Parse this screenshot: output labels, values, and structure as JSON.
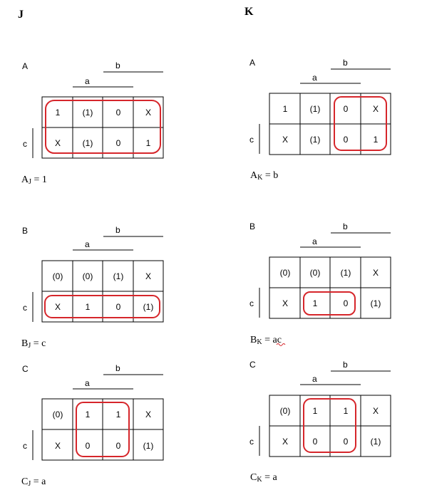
{
  "columns": [
    {
      "title": "J",
      "maps": [
        {
          "name": "A",
          "label_b": "b",
          "label_a": "a",
          "label_c": "c",
          "row1": [
            "1",
            "(1)",
            "0",
            "X"
          ],
          "row2": [
            "X",
            "(1)",
            "0",
            "1"
          ],
          "eq_main": "A",
          "eq_sub": "J",
          "eq_rhs": " = 1"
        },
        {
          "name": "B",
          "label_b": "b",
          "label_a": "a",
          "label_c": "c",
          "row1": [
            "(0)",
            "(0)",
            "(1)",
            "X"
          ],
          "row2": [
            "X",
            "1",
            "0",
            "(1)"
          ],
          "eq_main": "B",
          "eq_sub": "J",
          "eq_rhs": " = c"
        },
        {
          "name": "C",
          "label_b": "b",
          "label_a": "a",
          "label_c": "c",
          "row1": [
            "(0)",
            "1",
            "1",
            "X"
          ],
          "row2": [
            "X",
            "0",
            "0",
            "(1)"
          ],
          "eq_main": "C",
          "eq_sub": "J",
          "eq_rhs": " = a"
        }
      ]
    },
    {
      "title": "K",
      "maps": [
        {
          "name": "A",
          "label_b": "b",
          "label_a": "a",
          "label_c": "c",
          "row1": [
            "1",
            "(1)",
            "0",
            "X"
          ],
          "row2": [
            "X",
            "(1)",
            "0",
            "1"
          ],
          "eq_main": "A",
          "eq_sub": "K",
          "eq_rhs": " = b"
        },
        {
          "name": "B",
          "label_b": "b",
          "label_a": "a",
          "label_c": "c",
          "row1": [
            "(0)",
            "(0)",
            "(1)",
            "X"
          ],
          "row2": [
            "X",
            "1",
            "0",
            "(1)"
          ],
          "eq_main": "B",
          "eq_sub": "K",
          "eq_rhs": " = ac"
        },
        {
          "name": "C",
          "label_b": "b",
          "label_a": "a",
          "label_c": "c",
          "row1": [
            "(0)",
            "1",
            "1",
            "X"
          ],
          "row2": [
            "X",
            "0",
            "0",
            "(1)"
          ],
          "eq_main": "C",
          "eq_sub": "K",
          "eq_rhs": " = a"
        }
      ]
    }
  ],
  "colors": {
    "grouping_ring": "#d6262b",
    "spellcheck_squiggle": "#d6262b"
  }
}
